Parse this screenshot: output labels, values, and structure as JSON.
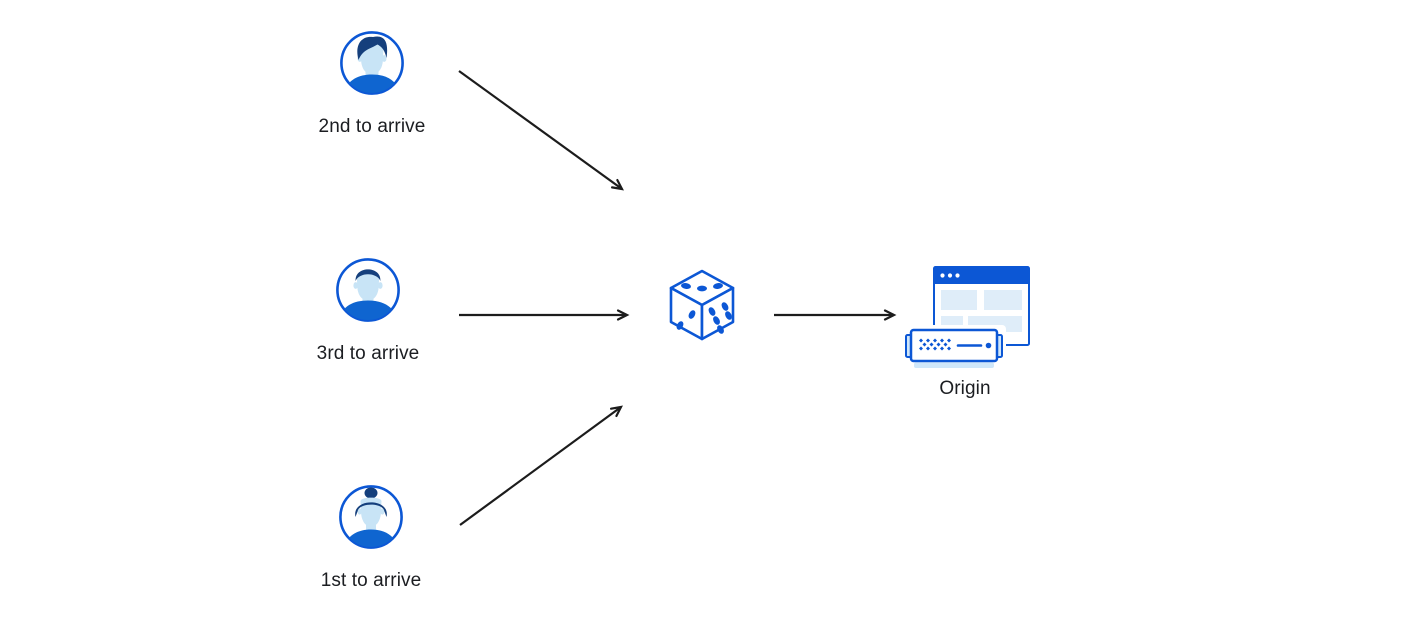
{
  "diagram": {
    "nodes": {
      "visitor_2nd": {
        "label": "2nd to arrive",
        "icon": "avatar-man-swept-hair-icon"
      },
      "visitor_3rd": {
        "label": "3rd to arrive",
        "icon": "avatar-man-short-hair-icon"
      },
      "visitor_1st": {
        "label": "1st to arrive",
        "icon": "avatar-woman-bun-icon"
      },
      "randomizer": {
        "label": "",
        "icon": "dice-icon"
      },
      "origin": {
        "label": "Origin",
        "icon": "origin-server-icon"
      }
    },
    "edges": [
      {
        "from": "visitor_2nd",
        "to": "randomizer"
      },
      {
        "from": "visitor_3rd",
        "to": "randomizer"
      },
      {
        "from": "visitor_1st",
        "to": "randomizer"
      },
      {
        "from": "randomizer",
        "to": "origin"
      }
    ],
    "colors": {
      "blue": "#0c57d5",
      "shirt": "#0f65d0",
      "hair": "#153f7c",
      "skin": "#c8e4f6",
      "panel": "#dfedf9",
      "pale": "#cfe7fa",
      "ink": "#1b1d21",
      "arrow": "#1c1c1c",
      "bg": "#ffffff"
    }
  }
}
